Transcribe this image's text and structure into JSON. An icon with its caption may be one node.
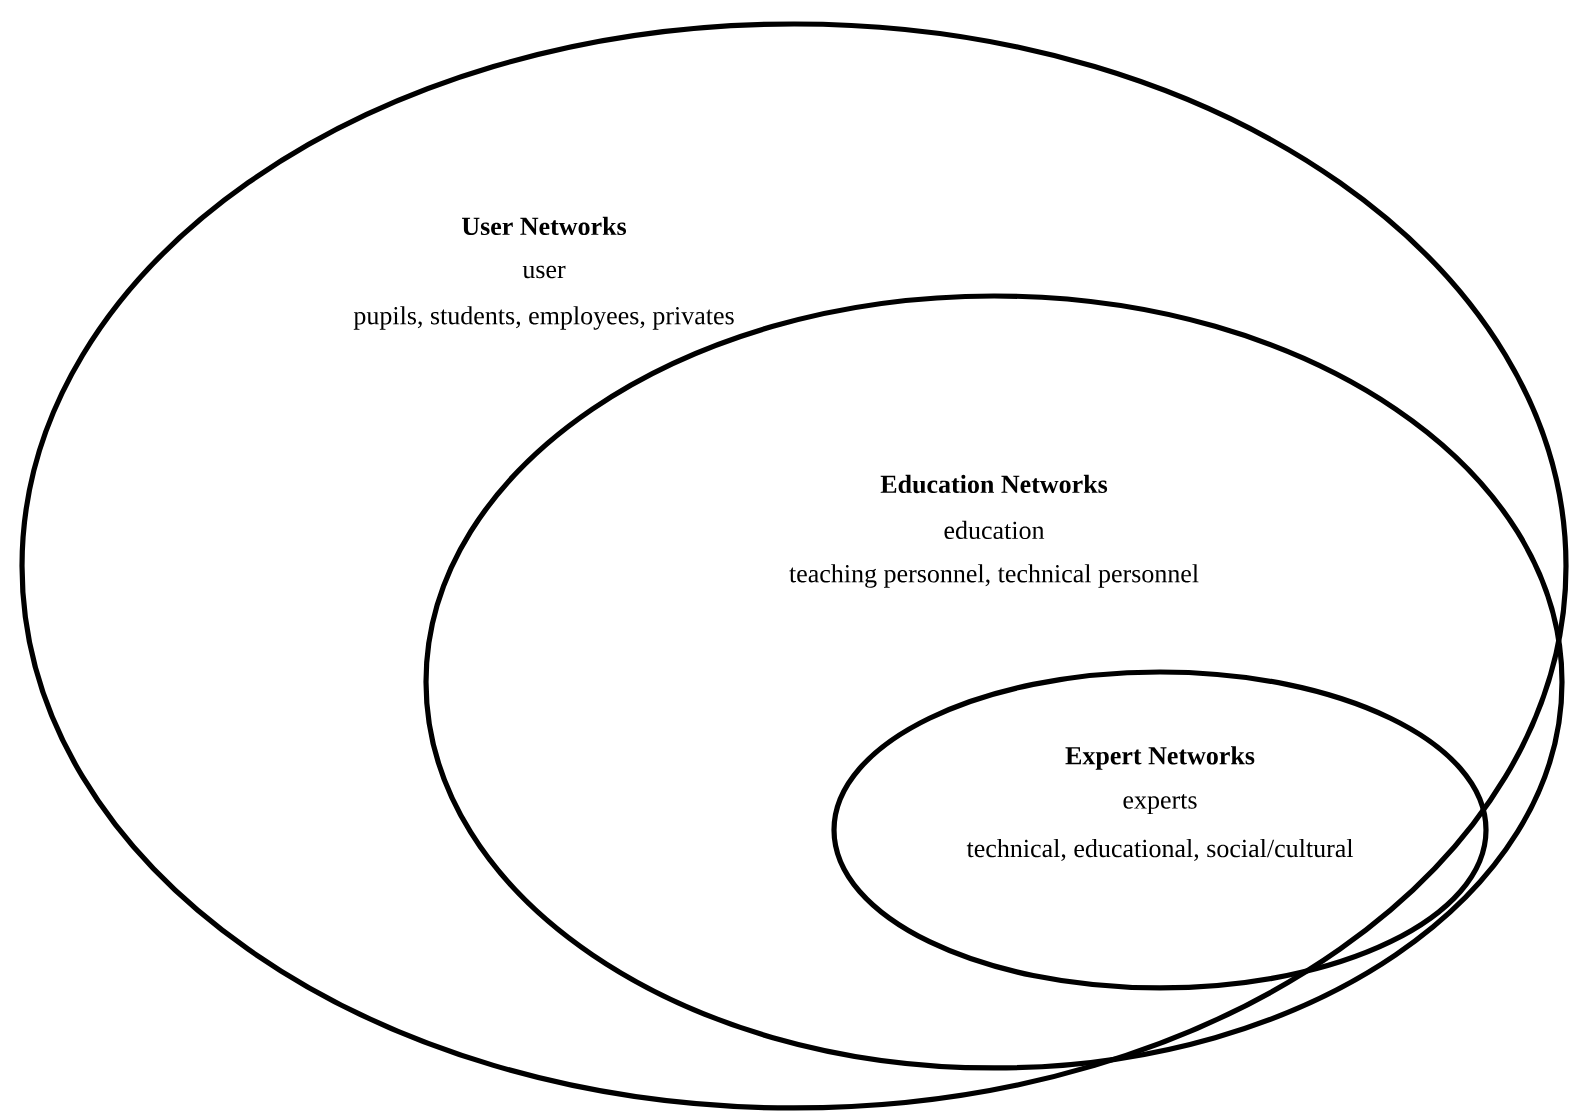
{
  "diagram": {
    "nodes": [
      {
        "text": [
          "User Networks",
          "user",
          "pupils, students, employees, privates"
        ]
      },
      {
        "text": [
          "Education Networks",
          "education",
          "teaching personnel, technical personnel"
        ],
        "in": 0
      },
      {
        "text": [
          "Expert Networks",
          "experts",
          "technical, educational, social/cultural"
        ],
        "in": 1
      }
    ]
  }
}
